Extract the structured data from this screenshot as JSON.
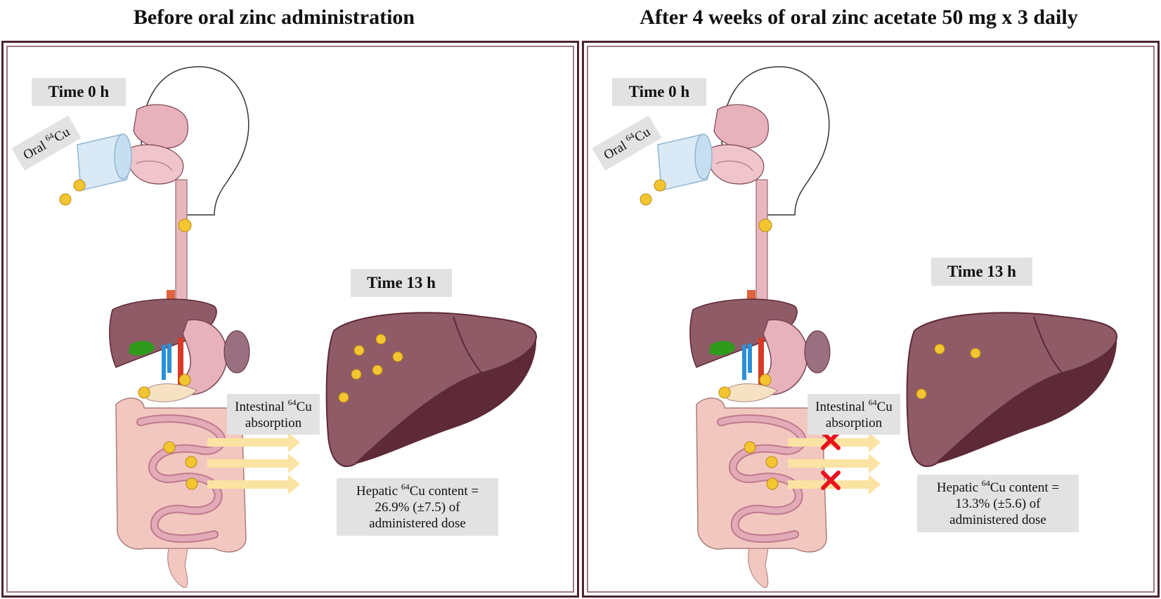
{
  "panels": [
    {
      "heading": "Before oral zinc administration",
      "time_start": "Time 0 h",
      "oral_label": "Oral",
      "isotope_sup": "64",
      "isotope_el": "Cu",
      "intestinal_pre": "Intestinal",
      "intestinal_post": "absorption",
      "time_end": "Time 13 h",
      "hepatic_pre": "Hepatic",
      "hepatic_post": "content =",
      "hepatic_value": "26.9% (±7.5) of",
      "hepatic_tail": "administered dose",
      "absorption_blocked": false
    },
    {
      "heading": "After 4 weeks of oral zinc acetate 50 mg x 3 daily",
      "time_start": "Time 0 h",
      "oral_label": "Oral",
      "isotope_sup": "64",
      "isotope_el": "Cu",
      "intestinal_pre": "Intestinal",
      "intestinal_post": "absorption",
      "time_end": "Time 13 h",
      "hepatic_pre": "Hepatic",
      "hepatic_post": "content =",
      "hepatic_value": "13.3% (±5.6) of",
      "hepatic_tail": "administered dose",
      "absorption_blocked": true
    }
  ],
  "colors": {
    "liver_main": "#8f5b67",
    "liver_dark": "#5e2a38",
    "stomach": "#e7b2bc",
    "intestine": "#f2c7c0",
    "esophagus": "#e8b7bd",
    "copper_particle": "#f3c531",
    "arrow": "#fbe3a3",
    "block_cross": "#e8131d",
    "gallbladder": "#2e9b1c",
    "vessel_blue": "#2b8fd8",
    "vessel_red": "#d93a25",
    "label_bg": "#e2e2e2",
    "frame": "#4a2530"
  }
}
